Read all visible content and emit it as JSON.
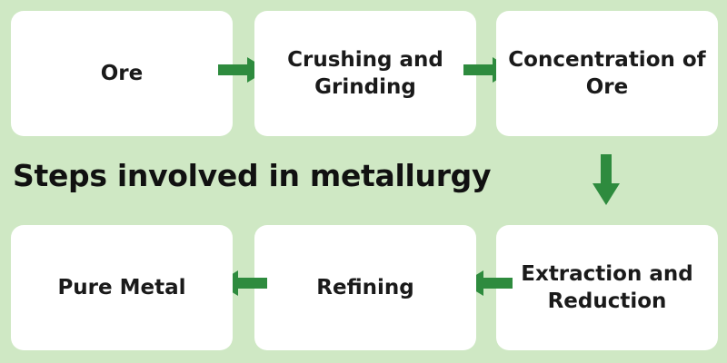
{
  "title": "Steps involved in metallurgy",
  "colors": {
    "background": "#cfe8c4",
    "box": "#ffffff",
    "arrow": "#2e8b3e",
    "text": "#1a1a1a"
  },
  "steps": [
    {
      "label": "Ore"
    },
    {
      "label_line1": "Crushing and",
      "label_line2": "Grinding"
    },
    {
      "label_line1": "Concentration of",
      "label_line2": "Ore"
    },
    {
      "label_line1": "Extraction and",
      "label_line2": "Reduction"
    },
    {
      "label": "Refining"
    },
    {
      "label": "Pure Metal"
    }
  ],
  "arrows": [
    {
      "direction": "right",
      "icon": "arrow-right-icon"
    },
    {
      "direction": "right",
      "icon": "arrow-right-icon"
    },
    {
      "direction": "down",
      "icon": "arrow-down-icon"
    },
    {
      "direction": "left",
      "icon": "arrow-left-icon"
    },
    {
      "direction": "left",
      "icon": "arrow-left-icon"
    }
  ]
}
